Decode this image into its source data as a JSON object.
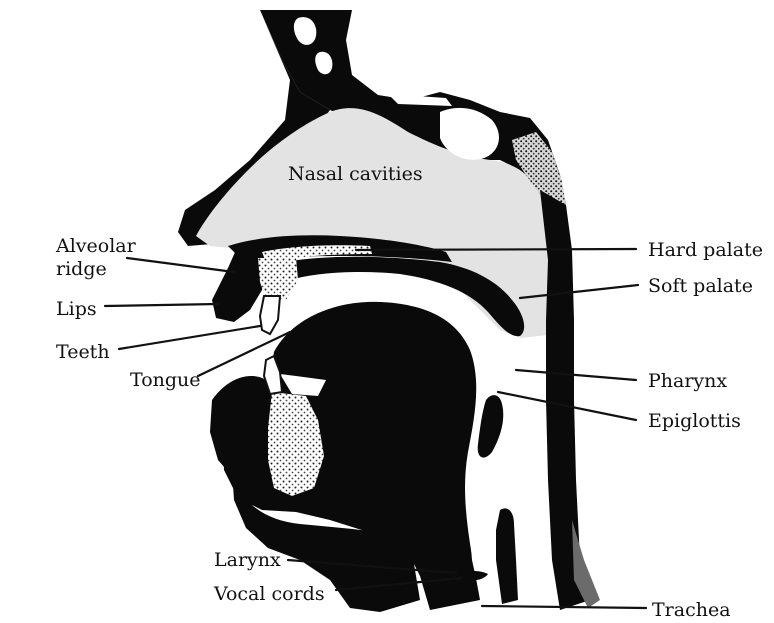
{
  "diagram": {
    "labels": {
      "nasal_cavities": "Nasal cavities",
      "alveolar_ridge_line1": "Alveolar",
      "alveolar_ridge_line2": "ridge",
      "lips": "Lips",
      "teeth": "Teeth",
      "tongue": "Tongue",
      "hard_palate": "Hard palate",
      "soft_palate": "Soft palate",
      "pharynx": "Pharynx",
      "epiglottis": "Epiglottis",
      "larynx": "Larynx",
      "vocal_cords": "Vocal cords",
      "trachea": "Trachea"
    },
    "colors": {
      "anatomy": "#0a0a0a",
      "cavity": "#e3e3e3",
      "background": "#ffffff"
    }
  }
}
